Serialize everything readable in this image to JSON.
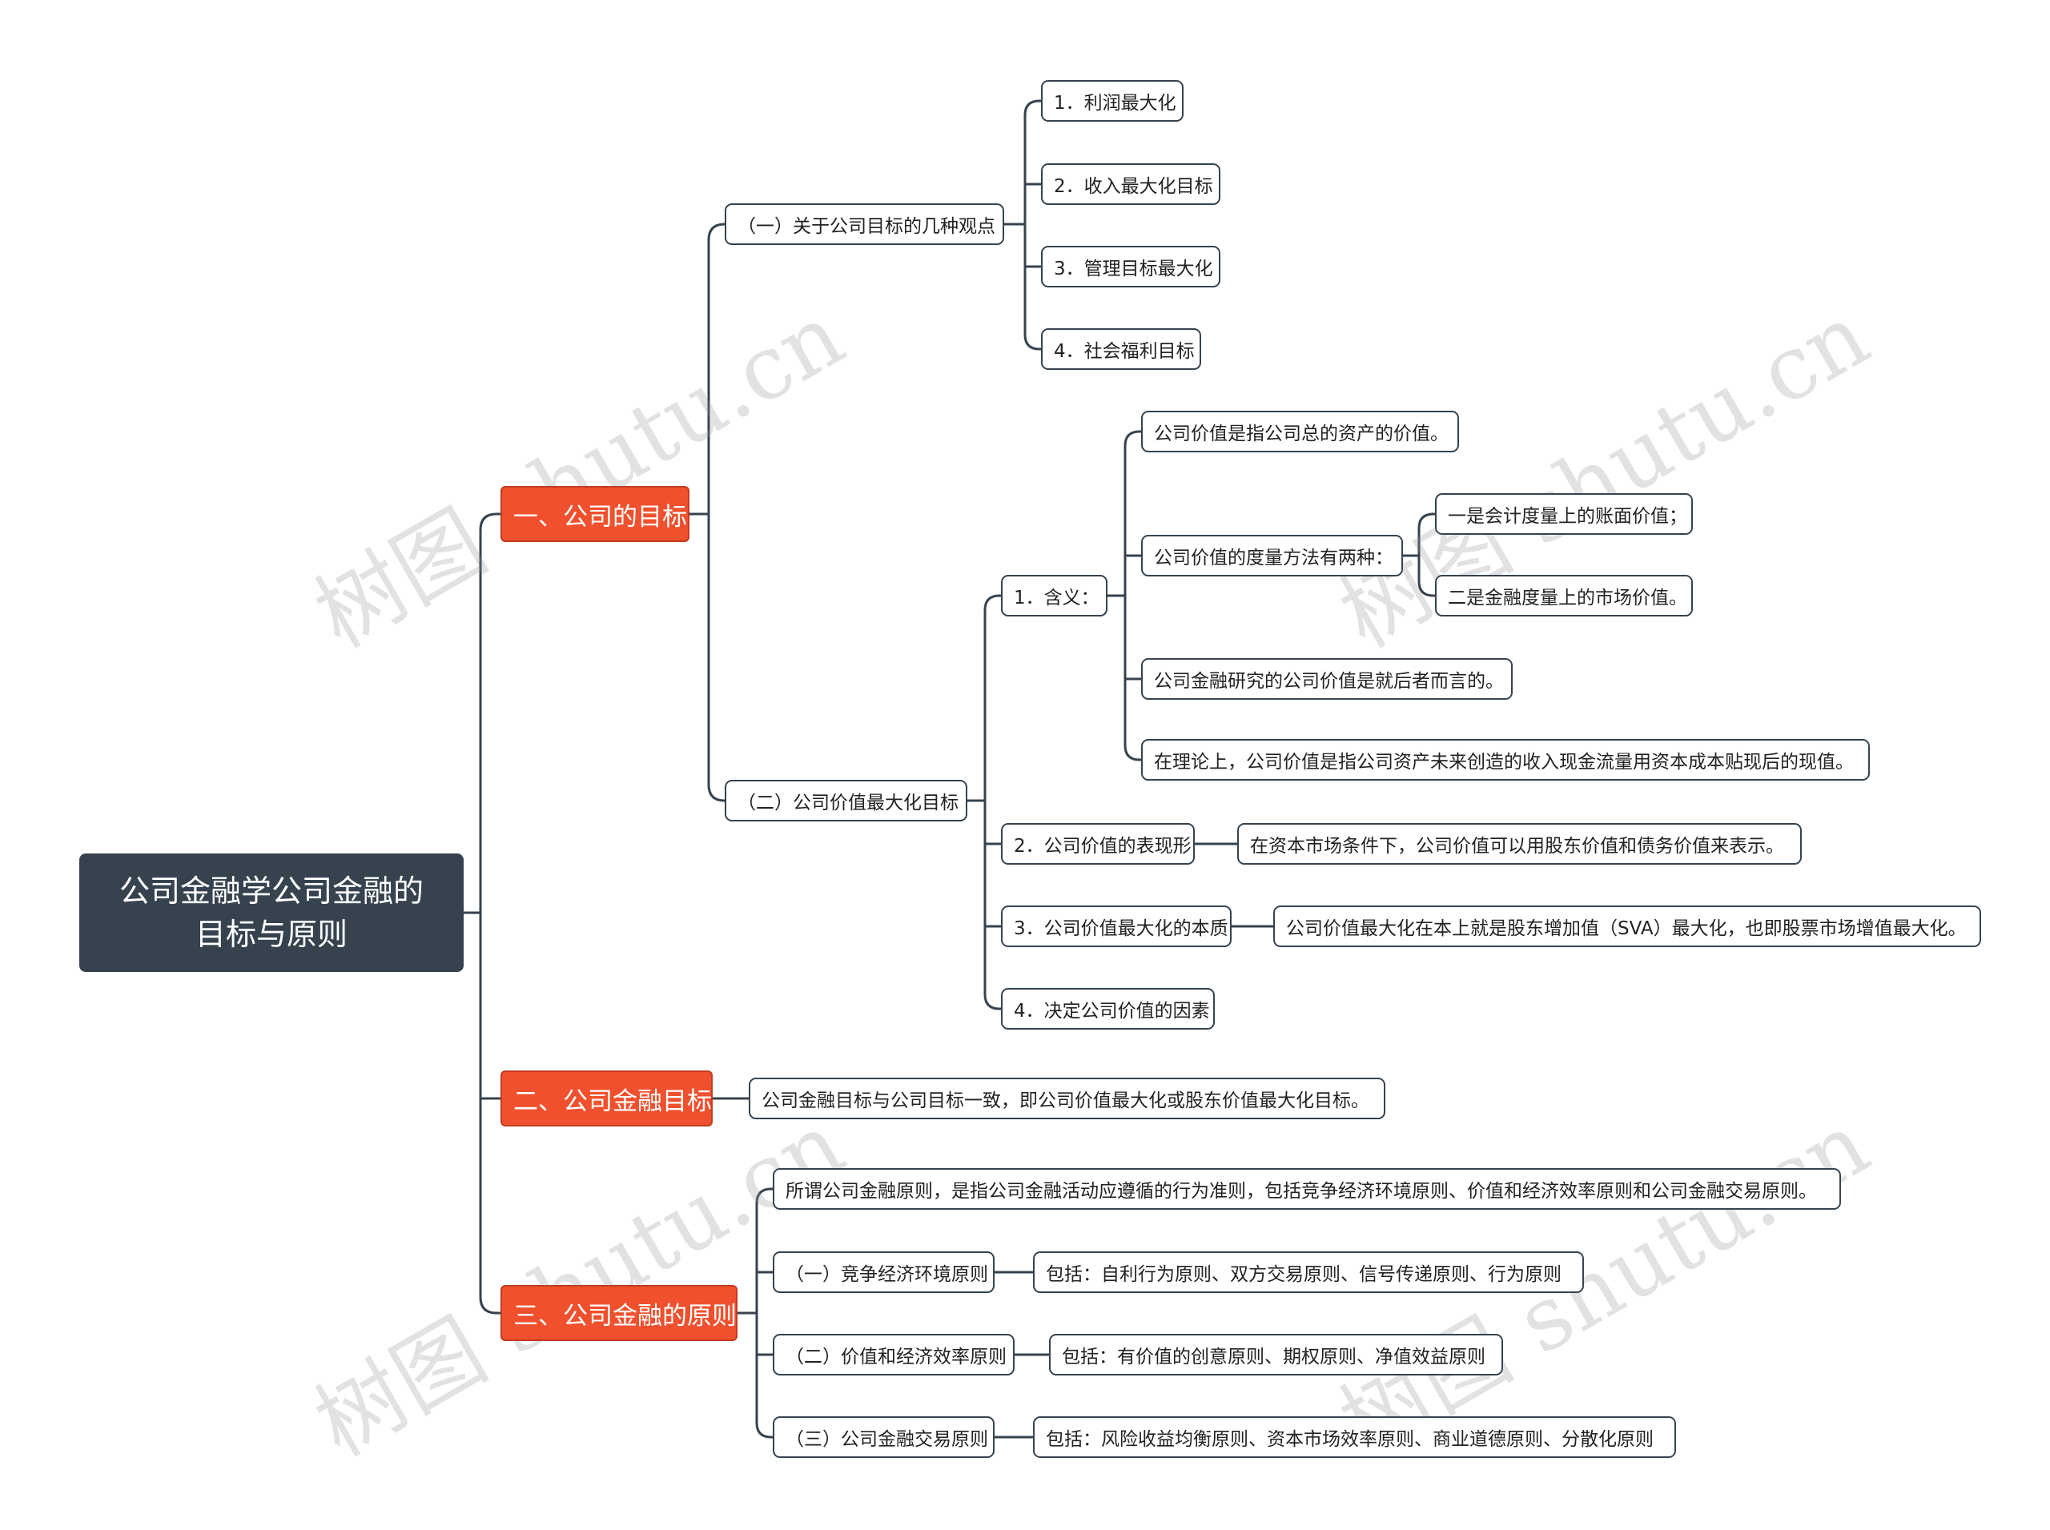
{
  "root": {
    "line1": "公司金融学公司金融的",
    "line2": "目标与原则"
  },
  "watermark": "树图 shutu.cn",
  "colors": {
    "root_bg": "#36434f",
    "branch_bg": "#f0502d",
    "line": "#36434f",
    "leaf_border": "#36434f"
  },
  "branches": {
    "b1": {
      "label": "一、公司的目标",
      "c1": {
        "label": "（一）关于公司目标的几种观点",
        "items": [
          "1．利润最大化",
          "2．收入最大化目标",
          "3．管理目标最大化",
          "4．社会福利目标"
        ]
      },
      "c2": {
        "label": "（二）公司价值最大化目标",
        "d1": {
          "label": "1．含义：",
          "e1": "公司价值是指公司总的资产的价值。",
          "e2": {
            "label": "公司价值的度量方法有两种：",
            "f1": "一是会计度量上的账面价值；",
            "f2": "二是金融度量上的市场价值。"
          },
          "e3": "公司金融研究的公司价值是就后者而言的。",
          "e4": "在理论上，公司价值是指公司资产未来创造的收入现金流量用资本成本贴现后的现值。"
        },
        "d2": {
          "label": "2．公司价值的表现形",
          "detail": "在资本市场条件下，公司价值可以用股东价值和债务价值来表示。"
        },
        "d3": {
          "label": "3．公司价值最大化的本质",
          "detail": "公司价值最大化在本上就是股东增加值（SVA）最大化，也即股票市场增值最大化。"
        },
        "d4": {
          "label": "4．决定公司价值的因素"
        }
      }
    },
    "b2": {
      "label": "二、公司金融目标",
      "detail": "公司金融目标与公司目标一致，即公司价值最大化或股东价值最大化目标。"
    },
    "b3": {
      "label": "三、公司金融的原则",
      "intro": "所谓公司金融原则，是指公司金融活动应遵循的行为准则，包括竞争经济环境原则、价值和经济效率原则和公司金融交易原则。",
      "p1": {
        "label": "（一）竞争经济环境原则",
        "detail": "包括：自利行为原则、双方交易原则、信号传递原则、行为原则"
      },
      "p2": {
        "label": "（二）价值和经济效率原则",
        "detail": "包括：有价值的创意原则、期权原则、净值效益原则"
      },
      "p3": {
        "label": "（三）公司金融交易原则",
        "detail": "包括：风险收益均衡原则、资本市场效率原则、商业道德原则、分散化原则"
      }
    }
  }
}
